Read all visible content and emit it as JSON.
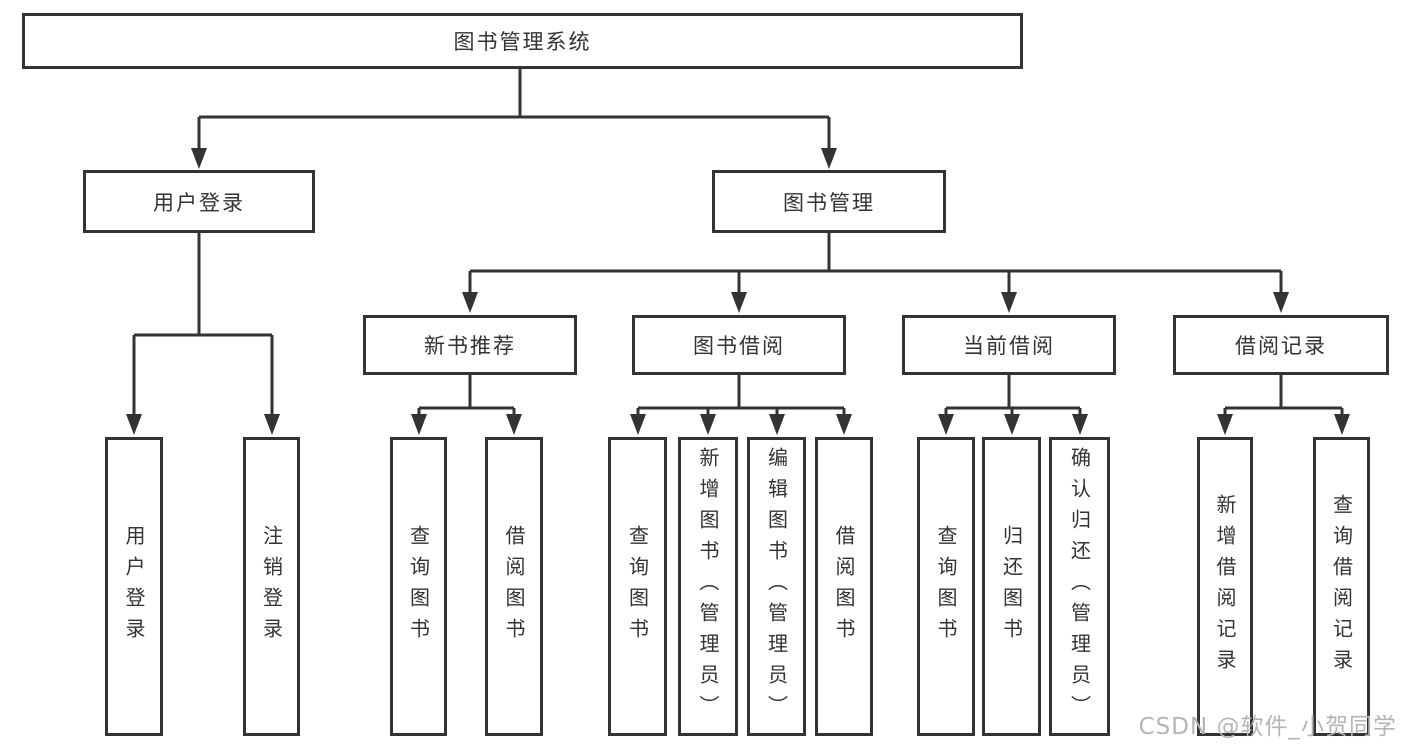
{
  "diagram": {
    "root": {
      "id": "library-management-system",
      "label": "图书管理系统"
    },
    "level2": [
      {
        "id": "user-login",
        "label": "用户登录",
        "parent": "library-management-system"
      },
      {
        "id": "book-management",
        "label": "图书管理",
        "parent": "library-management-system"
      }
    ],
    "level3": [
      {
        "id": "new-book-recommend",
        "label": "新书推荐",
        "parent": "book-management"
      },
      {
        "id": "book-borrow",
        "label": "图书借阅",
        "parent": "book-management"
      },
      {
        "id": "current-borrow",
        "label": "当前借阅",
        "parent": "book-management"
      },
      {
        "id": "borrow-record",
        "label": "借阅记录",
        "parent": "book-management"
      }
    ],
    "leaves": [
      {
        "id": "leaf-user-login",
        "label": "用户登录",
        "parent": "user-login"
      },
      {
        "id": "leaf-logout",
        "label": "注销登录",
        "parent": "user-login"
      },
      {
        "id": "leaf-query-book-1",
        "label": "查询图书",
        "parent": "new-book-recommend"
      },
      {
        "id": "leaf-borrow-book-1",
        "label": "借阅图书",
        "parent": "new-book-recommend"
      },
      {
        "id": "leaf-query-book-2",
        "label": "查询图书",
        "parent": "book-borrow"
      },
      {
        "id": "leaf-add-book-admin",
        "label": "新增图书（管理员）",
        "parent": "book-borrow"
      },
      {
        "id": "leaf-edit-book-admin",
        "label": "编辑图书（管理员）",
        "parent": "book-borrow"
      },
      {
        "id": "leaf-borrow-book-2",
        "label": "借阅图书",
        "parent": "book-borrow"
      },
      {
        "id": "leaf-query-book-3",
        "label": "查询图书",
        "parent": "current-borrow"
      },
      {
        "id": "leaf-return-book",
        "label": "归还图书",
        "parent": "current-borrow"
      },
      {
        "id": "leaf-confirm-return-admin",
        "label": "确认归还（管理员）",
        "parent": "current-borrow"
      },
      {
        "id": "leaf-add-borrow-record",
        "label": "新增借阅记录",
        "parent": "borrow-record"
      },
      {
        "id": "leaf-query-borrow-record",
        "label": "查询借阅记录",
        "parent": "borrow-record"
      }
    ]
  },
  "watermark": {
    "text": "CSDN @软件_小贺同学"
  },
  "colors": {
    "line": "#333333",
    "box_border": "#333333",
    "text": "#333333",
    "watermark": "#b5b5b5",
    "background": "#ffffff"
  }
}
